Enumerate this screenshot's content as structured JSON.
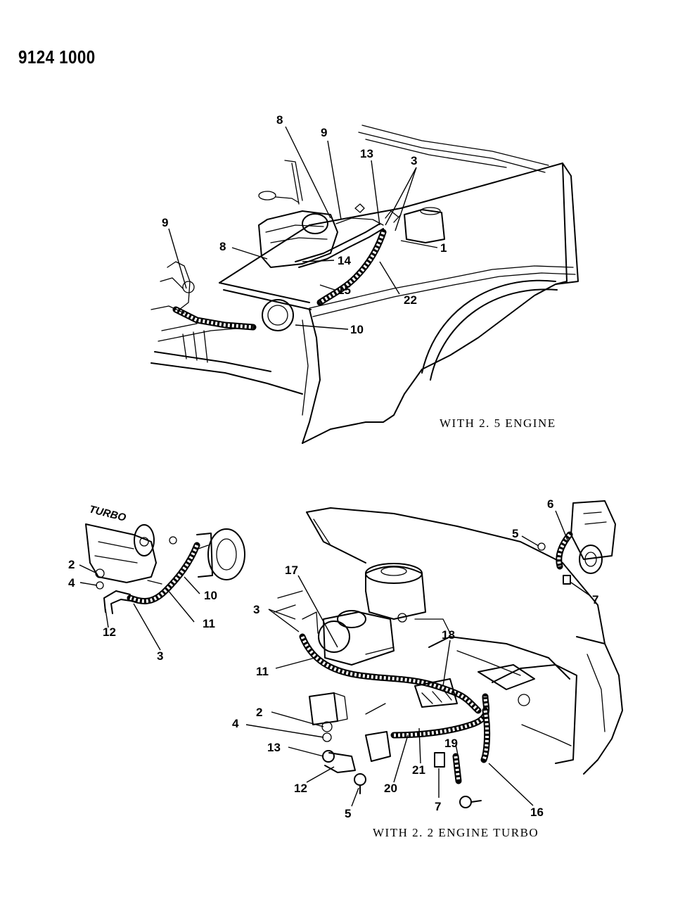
{
  "header": {
    "doc_number": "9124 1000"
  },
  "views": [
    {
      "caption": "WITH 2. 5 ENGINE"
    },
    {
      "caption": "WITH 2. 2 ENGINE TURBO"
    }
  ],
  "engine_label": "TURBO",
  "callouts_top": [
    "8",
    "9",
    "13",
    "3",
    "9",
    "8",
    "14",
    "1",
    "15",
    "22",
    "10"
  ],
  "callouts_left": [
    "2",
    "4",
    "12",
    "3",
    "11",
    "10"
  ],
  "callouts_right": [
    "6",
    "5",
    "7",
    "17",
    "3",
    "18",
    "11",
    "2",
    "4",
    "13",
    "12",
    "5",
    "20",
    "21",
    "19",
    "7",
    "16"
  ]
}
